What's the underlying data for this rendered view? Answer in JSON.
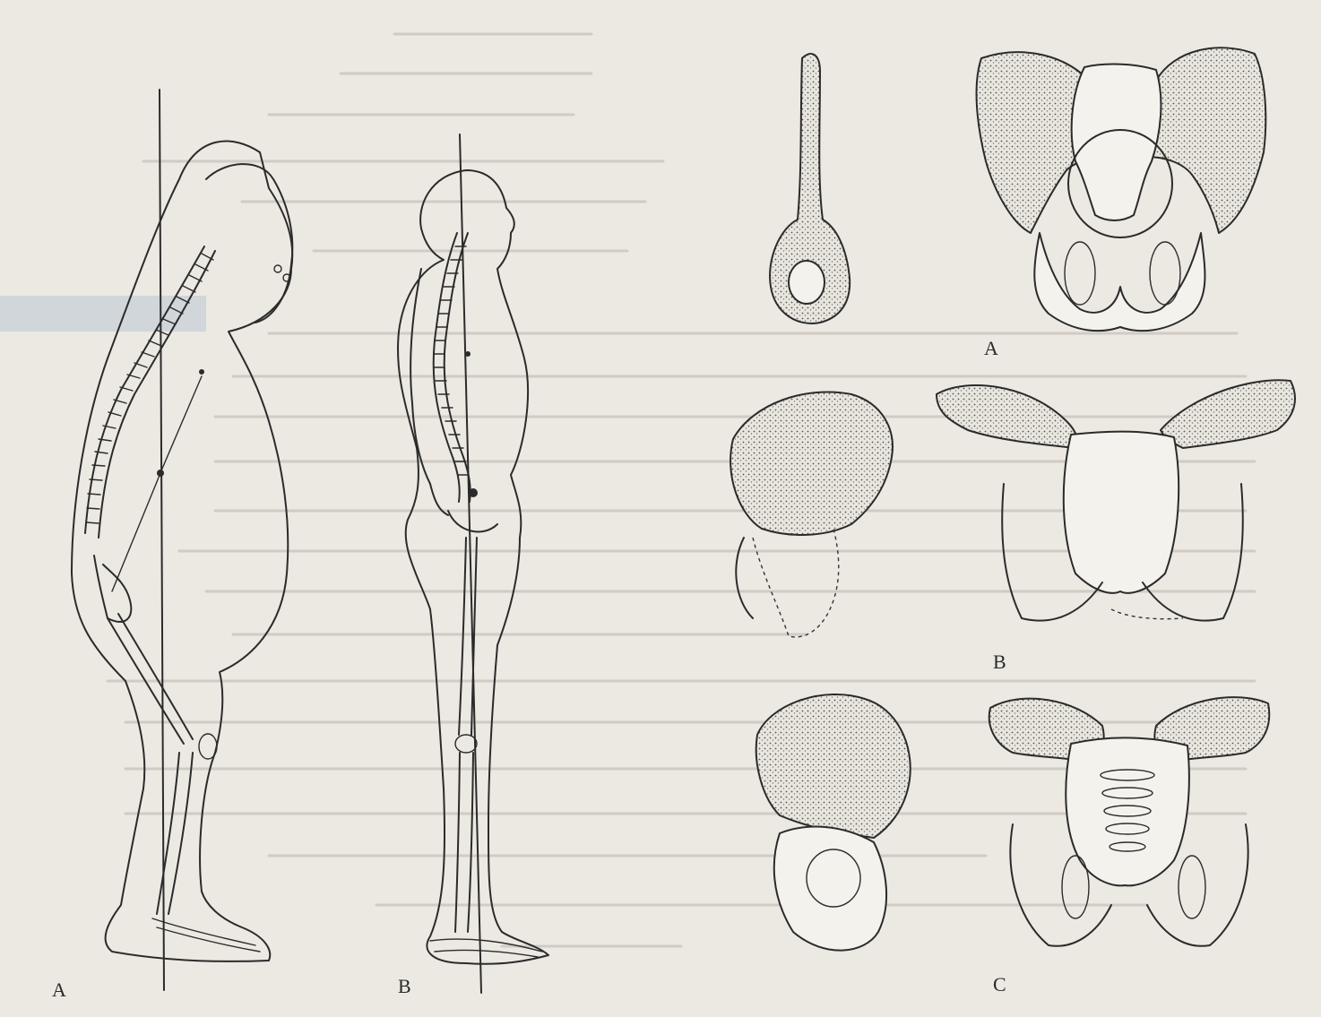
{
  "figure_left": {
    "label_a": "A",
    "label_b": "B"
  },
  "figure_right": {
    "label_a": "A",
    "label_b": "B",
    "label_c": "C"
  },
  "colors": {
    "paper": "#ece9e2",
    "ink": "#2b2b2b",
    "bleed_text": "#b9b4ab",
    "blue_stain": "#9fb4cc"
  },
  "icons": [
    "gorilla-skeleton-profile-icon",
    "human-skeleton-profile-icon",
    "pelvis-illustration-icon"
  ]
}
